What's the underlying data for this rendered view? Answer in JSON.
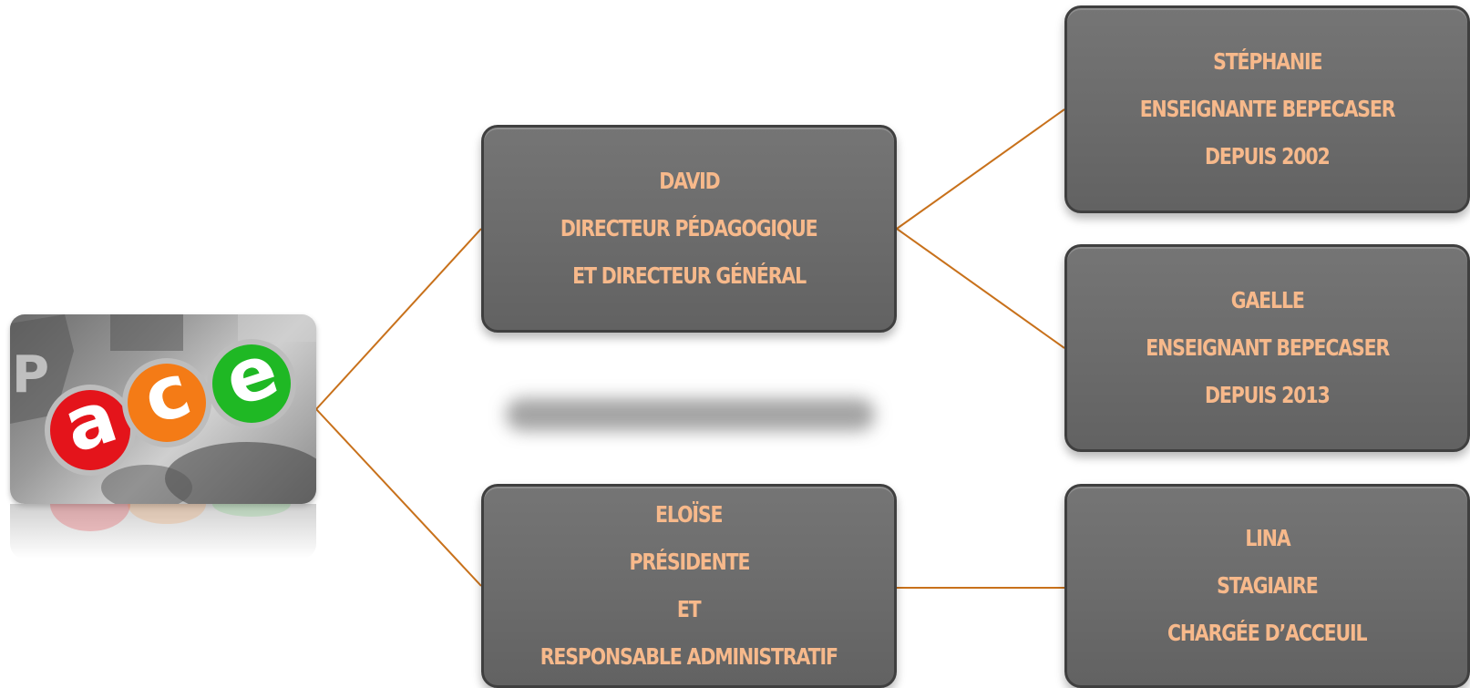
{
  "logo": {
    "name": "ACE driving school logo",
    "letters": [
      "a",
      "c",
      "e"
    ],
    "colors": [
      "#e4141b",
      "#f47b16",
      "#1fb824"
    ],
    "brand_text": "ace"
  },
  "colors": {
    "box_fill": "#6b6b6b",
    "box_text": "#f7b98b",
    "connector": "#c8711b"
  },
  "nodes": {
    "david": {
      "lines": [
        "DAVID",
        "DIRECTEUR PÉDAGOGIQUE",
        "ET DIRECTEUR GÉNÉRAL"
      ]
    },
    "eloise": {
      "lines": [
        "ELOÏSE",
        "PRÉSIDENTE",
        "ET",
        "RESPONSABLE ADMINISTRATIF"
      ]
    },
    "stephanie": {
      "lines": [
        "STÉPHANIE",
        "ENSEIGNANTE BEPECASER",
        "DEPUIS 2002"
      ]
    },
    "gaelle": {
      "lines": [
        "GAELLE",
        "ENSEIGNANT BEPECASER",
        "DEPUIS 2013"
      ]
    },
    "lina": {
      "lines": [
        "LINA",
        "STAGIAIRE",
        "CHARGÉE D’ACCEUIL"
      ]
    }
  }
}
